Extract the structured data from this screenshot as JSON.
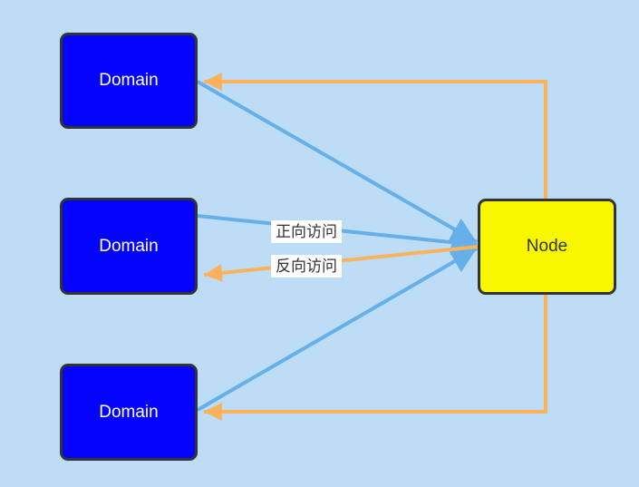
{
  "canvas": {
    "background_color": "#BCDDF5"
  },
  "nodes": [
    {
      "id": "domain-top",
      "label": "Domain",
      "fill": "#0403FC",
      "text_color": "#FFFFFF",
      "border_color": "#333333"
    },
    {
      "id": "domain-middle",
      "label": "Domain",
      "fill": "#0403FC",
      "text_color": "#FFFFFF",
      "border_color": "#333333"
    },
    {
      "id": "domain-bottom",
      "label": "Domain",
      "fill": "#0403FC",
      "text_color": "#FFFFFF",
      "border_color": "#333333"
    },
    {
      "id": "node",
      "label": "Node",
      "fill": "#F8F700",
      "text_color": "#333333",
      "border_color": "#333333"
    }
  ],
  "edges": {
    "forward": {
      "label": "正向访问",
      "color": "#66AFE9",
      "count": 3
    },
    "reverse": {
      "label": "反向访问",
      "color": "#FBB25A",
      "count": 3
    }
  }
}
